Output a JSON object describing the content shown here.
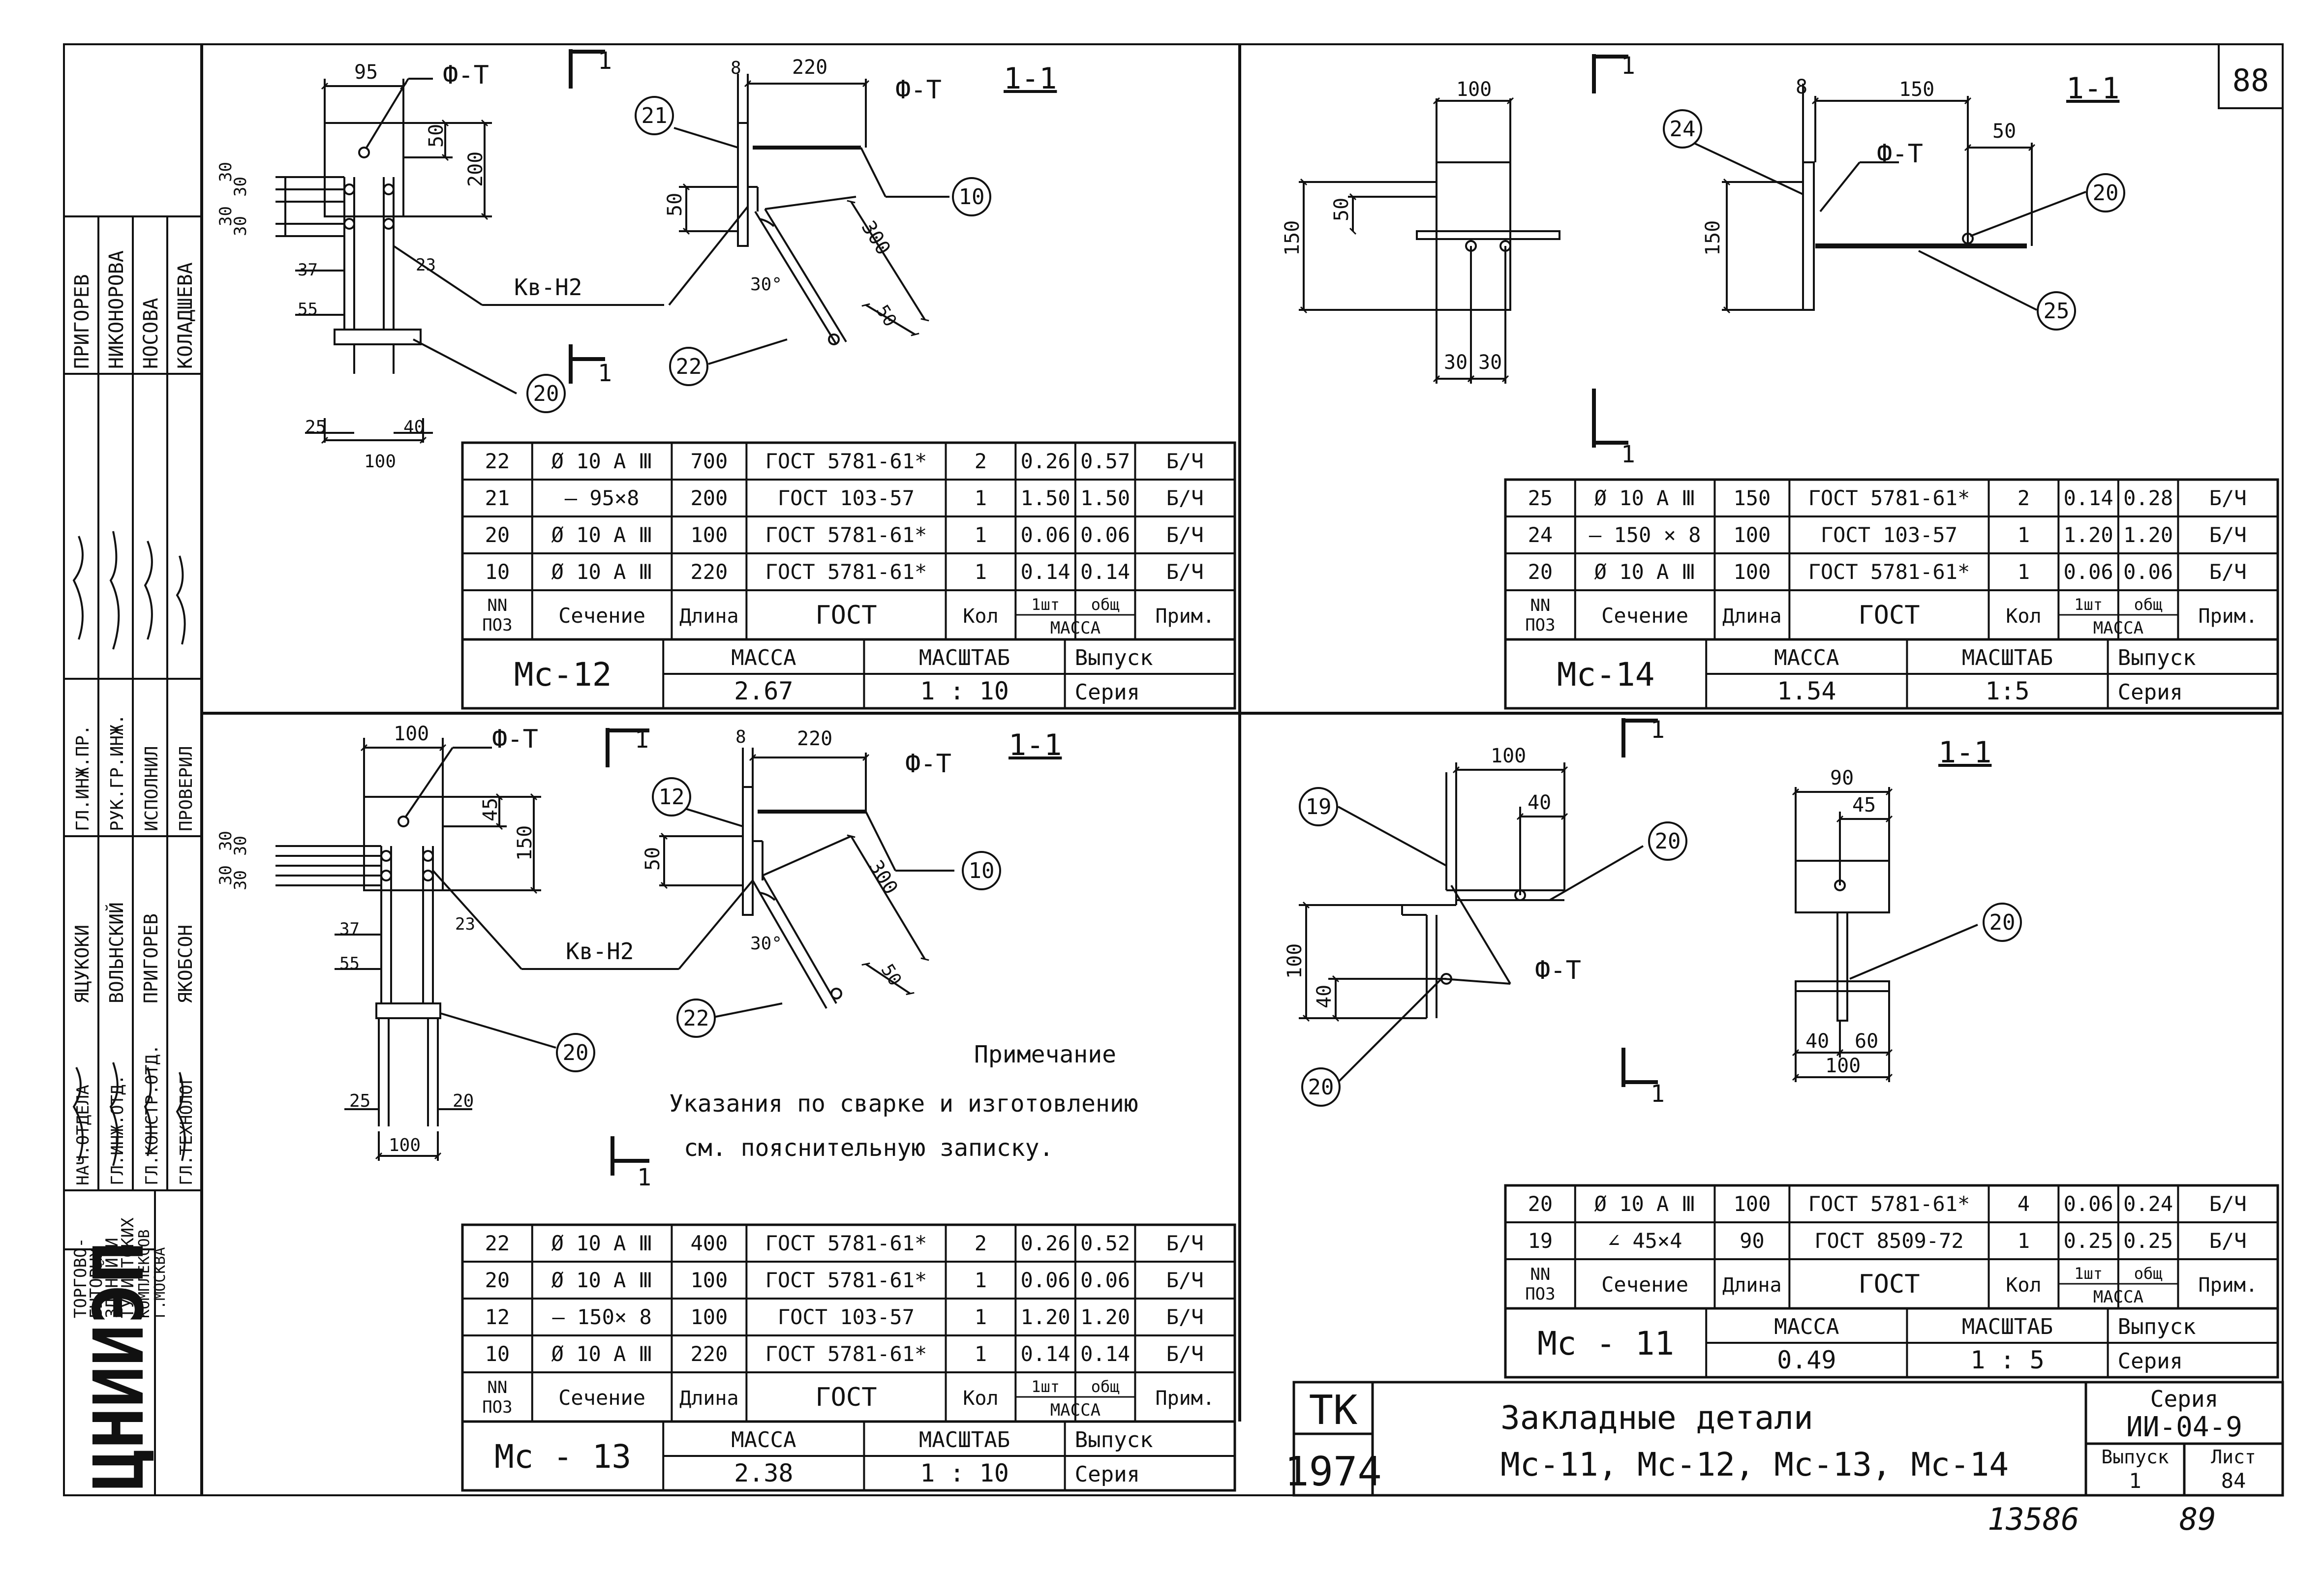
{
  "sheet_number": "88",
  "footer": {
    "archive_no": "13586",
    "page_no": "89"
  },
  "side_stamp": {
    "org_logo": "ЦНИИЭП",
    "org_full": [
      "ТОРГОВО-",
      "БЫТОВЫХ",
      "ЗДАНИЙ И",
      "ТУРИСТСКИХ",
      "КОМПЛЕКСОВ",
      "Г.МОСКВА"
    ],
    "upper_roles": [
      "ГЛ.ИНЖ.ПР.",
      "РУК.ГР.ИНЖ.",
      "ИСПОЛНИЛ",
      "ПРОВЕРИЛ"
    ],
    "upper_names": [
      "ПРИГОРЕВ",
      "НИКОНОРОВА",
      "НОСОВА",
      "КОЛАДШЕВА"
    ],
    "lower_roles": [
      "НАЧ.ОТДЕЛА",
      "ГЛ.ИНЖ.ОТД.",
      "ГЛ.КОНСТР.ОТД.",
      "ГЛ.ТЕХНОЛОГ"
    ],
    "lower_names": [
      "ЯЦУКОКИ",
      "ВОЛЬНСКИЙ",
      "ПРИГОРЕВ",
      "ЯКОБСОН"
    ]
  },
  "panels": {
    "mc12": {
      "section_mark": "1",
      "section_title": "1-1",
      "ft": "Ф-Т",
      "kv": "Кв-Н2",
      "plan_dims": [
        "95",
        "50",
        "200",
        "30",
        "30",
        "30",
        "30",
        "37",
        "55",
        "23",
        "25",
        "40",
        "100"
      ],
      "sec_dims": [
        "8",
        "220",
        "50",
        "300",
        "30°",
        "50"
      ],
      "callouts": [
        "21",
        "10",
        "22",
        "20"
      ],
      "name": "Мс-12",
      "mass": "2.67",
      "scale": "1 : 10",
      "rows": [
        [
          "22",
          "Ø 10 А Ⅲ",
          "700",
          "ГОСТ 5781-61*",
          "2",
          "0.26",
          "0.57",
          "Б/Ч"
        ],
        [
          "21",
          "— 95×8",
          "200",
          "ГОСТ 103-57",
          "1",
          "1.50",
          "1.50",
          "Б/Ч"
        ],
        [
          "20",
          "Ø 10 А Ⅲ",
          "100",
          "ГОСТ 5781-61*",
          "1",
          "0.06",
          "0.06",
          "Б/Ч"
        ],
        [
          "10",
          "Ø 10 А Ⅲ",
          "220",
          "ГОСТ 5781-61*",
          "1",
          "0.14",
          "0.14",
          "Б/Ч"
        ]
      ]
    },
    "mc14": {
      "section_mark": "1",
      "section_title": "1-1",
      "ft": "Ф-Т",
      "plan_dims": [
        "100",
        "50",
        "150",
        "30",
        "30"
      ],
      "sec_dims": [
        "8",
        "150",
        "50",
        "150"
      ],
      "callouts": [
        "24",
        "20",
        "25"
      ],
      "name": "Мс-14",
      "mass": "1.54",
      "scale": "1:5",
      "rows": [
        [
          "25",
          "Ø 10 А Ⅲ",
          "150",
          "ГОСТ 5781-61*",
          "2",
          "0.14",
          "0.28",
          "Б/Ч"
        ],
        [
          "24",
          "— 150 × 8",
          "100",
          "ГОСТ 103-57",
          "1",
          "1.20",
          "1.20",
          "Б/Ч"
        ],
        [
          "20",
          "Ø 10 А Ⅲ",
          "100",
          "ГОСТ 5781-61*",
          "1",
          "0.06",
          "0.06",
          "Б/Ч"
        ]
      ]
    },
    "mc13": {
      "section_mark": "1",
      "section_title": "1-1",
      "ft": "Ф-Т",
      "kv": "Кв-Н2",
      "plan_dims": [
        "100",
        "45",
        "150",
        "30",
        "30",
        "30",
        "30",
        "37",
        "55",
        "23",
        "25",
        "20",
        "100"
      ],
      "sec_dims": [
        "8",
        "220",
        "50",
        "300",
        "30°",
        "50"
      ],
      "callouts": [
        "12",
        "10",
        "22",
        "20"
      ],
      "name": "Мс - 13",
      "mass": "2.38",
      "scale": "1 : 10",
      "rows": [
        [
          "22",
          "Ø 10 А Ⅲ",
          "400",
          "ГОСТ 5781-61*",
          "2",
          "0.26",
          "0.52",
          "Б/Ч"
        ],
        [
          "20",
          "Ø 10 А Ⅲ",
          "100",
          "ГОСТ 5781-61*",
          "1",
          "0.06",
          "0.06",
          "Б/Ч"
        ],
        [
          "12",
          "— 150× 8",
          "100",
          "ГОСТ 103-57",
          "1",
          "1.20",
          "1.20",
          "Б/Ч"
        ],
        [
          "10",
          "Ø 10 А Ⅲ",
          "220",
          "ГОСТ 5781-61*",
          "1",
          "0.14",
          "0.14",
          "Б/Ч"
        ]
      ]
    },
    "mc11": {
      "section_mark": "1",
      "section_title": "1-1",
      "ft": "Ф-Т",
      "plan_dims": [
        "100",
        "40",
        "100",
        "40"
      ],
      "sec_dims": [
        "90",
        "45",
        "40",
        "60",
        "100"
      ],
      "callouts": [
        "19",
        "20",
        "20",
        "20"
      ],
      "name": "Мс - 11",
      "mass": "0.49",
      "scale": "1 : 5",
      "rows": [
        [
          "20",
          "Ø 10 А Ⅲ",
          "100",
          "ГОСТ 5781-61*",
          "4",
          "0.06",
          "0.24",
          "Б/Ч"
        ],
        [
          "19",
          "∠ 45×4",
          "90",
          "ГОСТ 8509-72",
          "1",
          "0.25",
          "0.25",
          "Б/Ч"
        ]
      ]
    }
  },
  "table_header": {
    "nn": "NN",
    "poz": "ПОЗ",
    "section": "Сечение",
    "length": "Длина",
    "gost": "ГОСТ",
    "qty": "Кол",
    "one": "1шт",
    "total": "общ",
    "mass": "МАССА",
    "note": "Прим."
  },
  "title_labels": {
    "mass": "МАССА",
    "scale": "МАСШТАБ",
    "issue": "Выпуск",
    "series": "Серия"
  },
  "note": {
    "title": "Примечание",
    "line1": "Указания по сварке и изготовлению",
    "line2": "см. пояснительную записку."
  },
  "title_block": {
    "tk": "ТК",
    "year": "1974",
    "title_line1": "Закладные детали",
    "title_line2": "Мс-11, Мс-12, Мс-13, Мс-14",
    "series_label": "Серия",
    "series_value": "ИИ-04-9",
    "issue_label": "Выпуск",
    "issue_value": "1",
    "sheet_label": "Лист",
    "sheet_value": "84"
  }
}
